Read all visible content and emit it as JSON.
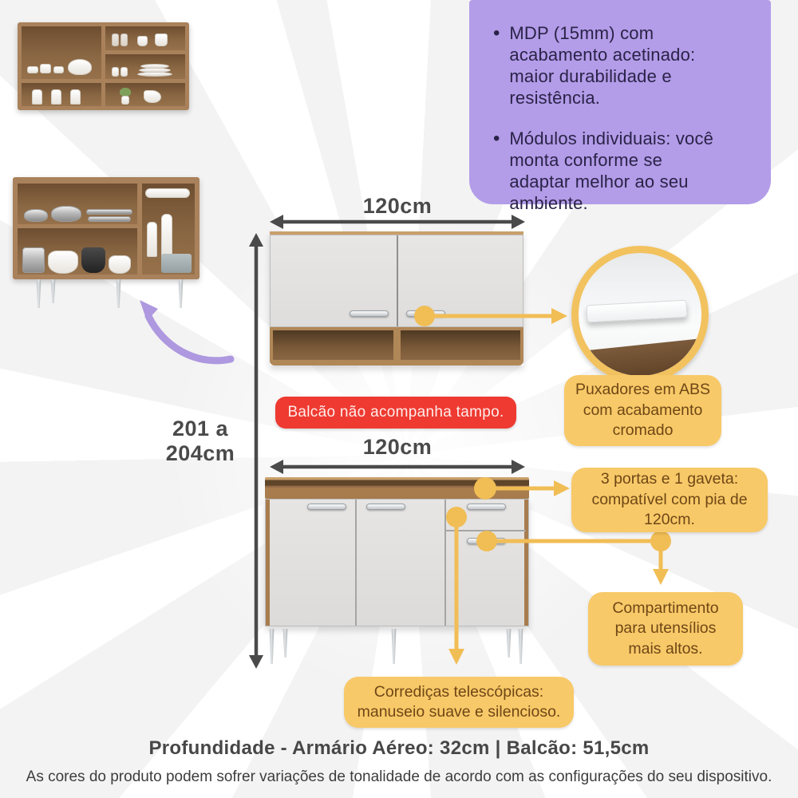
{
  "colors": {
    "accent_purple": "#B39CE8",
    "accent_yellow": "#F8C968",
    "connector_yellow": "#F1BD55",
    "alert_red": "#EE3A31",
    "dimension_gray": "#4A4A4A",
    "wood": "#A9815B"
  },
  "features_panel": {
    "bullet": "•",
    "items": [
      "MDP (15mm) com acabamento acetinado: maior durabilidade e resistência.",
      "Módulos individuais: você monta conforme se adaptar melhor ao seu ambiente."
    ]
  },
  "dimensions": {
    "aereo_width": "120cm",
    "balcao_width": "120cm",
    "total_height": [
      "201 a",
      "204cm"
    ]
  },
  "banner": {
    "text": "Balcão não acompanha tampo."
  },
  "callouts": {
    "puxadores": "Puxadores em ABS com acabamento cromado",
    "portas": "3 portas e 1 gaveta: compatível com pia de 120cm.",
    "compartimento": "Compartimento para utensílios mais altos.",
    "corredicas": "Corrediças telescópicas: manuseio suave e silencioso."
  },
  "footer": {
    "depth": "Profundidade - Armário Aéreo: 32cm | Balcão: 51,5cm",
    "disclaimer": "As cores do produto podem sofrer variações de tonalidade de acordo com as configurações do seu dispositivo."
  }
}
